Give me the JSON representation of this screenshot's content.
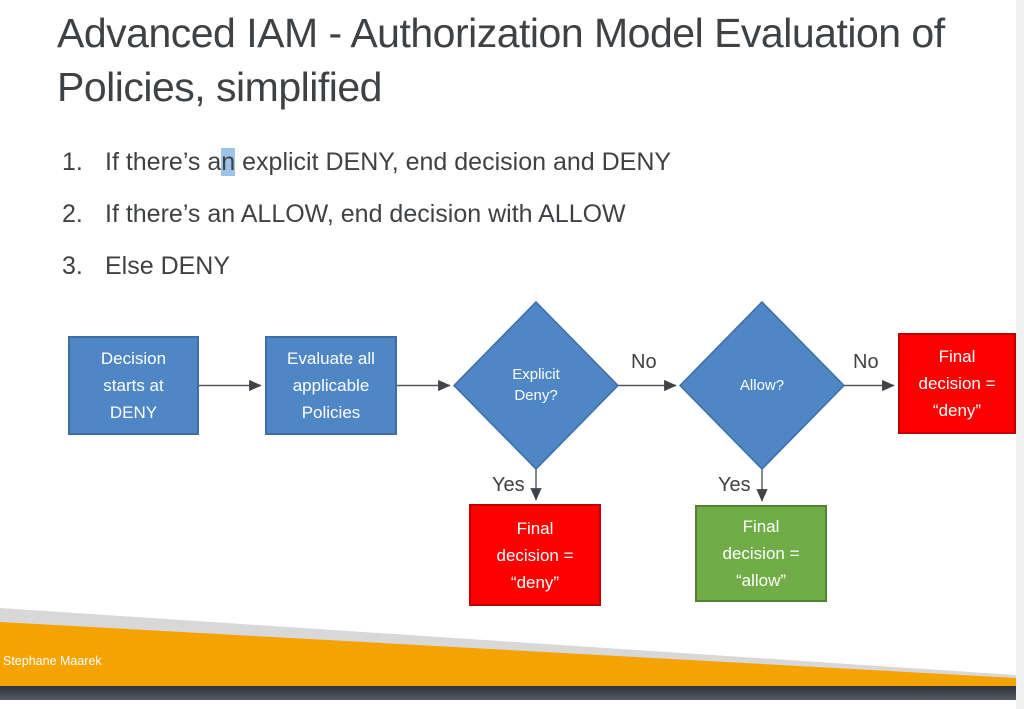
{
  "colors": {
    "text_dark": "#3F4245",
    "accent_blue": "#4E86C6",
    "blue_border": "#3D6FA5",
    "red": "#FF0000",
    "red_border": "#C00000",
    "green": "#70AD47",
    "green_border": "#548235",
    "orange": "#F5A301",
    "gray_wedge": "#D8D8D8",
    "bar_top": "#2E3338",
    "bar_bottom": "#555B63",
    "right_strip": "#F0F0F0",
    "arrow": "#54585C",
    "arrow_head": "#404448",
    "highlight": "#9DC3E6"
  },
  "title": "Advanced IAM - Authorization Model Evaluation of Policies, simplified",
  "list": {
    "items": [
      {
        "number": "1.",
        "pre": "If there’s a",
        "highlight": "n",
        "post": " explicit DENY, end decision and DENY"
      },
      {
        "number": "2.",
        "text": "If there’s an ALLOW, end decision with ALLOW"
      },
      {
        "number": "3.",
        "text": "Else DENY"
      }
    ]
  },
  "flowchart": {
    "nodes": {
      "start": {
        "label": "Decision starts at DENY",
        "shape": "rectangle",
        "color": "blue"
      },
      "evaluate": {
        "label": "Evaluate all applicable Policies",
        "shape": "rectangle",
        "color": "blue"
      },
      "explicit_deny": {
        "label": "Explicit Deny?",
        "shape": "diamond",
        "color": "blue"
      },
      "allow": {
        "label": "Allow?",
        "shape": "diamond",
        "color": "blue"
      },
      "final_deny_right": {
        "label": "Final decision = “deny”",
        "shape": "rectangle",
        "color": "red"
      },
      "final_deny_bottom": {
        "label": "Final decision = “deny”",
        "shape": "rectangle",
        "color": "red"
      },
      "final_allow_bottom": {
        "label": "Final decision = “allow”",
        "shape": "rectangle",
        "color": "green"
      }
    },
    "edge_labels": {
      "no1": "No",
      "no2": "No",
      "yes1": "Yes",
      "yes2": "Yes"
    }
  },
  "footer": {
    "author": "Stephane Maarek"
  }
}
